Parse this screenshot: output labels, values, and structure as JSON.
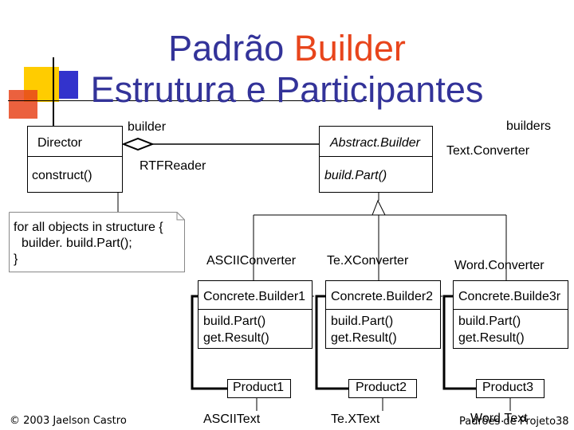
{
  "title": {
    "line1_part1": "Padrão ",
    "line1_part2": "Builder",
    "line2": "Estrutura e Participantes"
  },
  "colors": {
    "title": "#333399",
    "accent": "#e8451c",
    "deco_yellow": "#ffcc00",
    "deco_red": "#e8451c",
    "deco_blue": "#3333cc",
    "connector": "#000000"
  },
  "diagram": {
    "director": {
      "name": "Director",
      "method": "construct()"
    },
    "abstract_builder": {
      "name": "Abstract.Builder",
      "method": "build.Part()"
    },
    "labels": {
      "builder_role": "builder",
      "builders_role": "builders",
      "rtf_reader": "RTFReader",
      "text_converter": "Text.Converter"
    },
    "note": {
      "line1": "for all objects in structure {",
      "line2": "builder. build.Part();",
      "line3": "}"
    },
    "converters": [
      {
        "label": "ASCIIConverter",
        "class": "Concrete.Builder1",
        "method1": "build.Part()",
        "method2": "get.Result()",
        "product": "Product1",
        "output": "ASCIIText"
      },
      {
        "label": "Te.XConverter",
        "class": "Concrete.Builder2",
        "method1": "build.Part()",
        "method2": "get.Result()",
        "product": "Product2",
        "output": "Te.XText"
      },
      {
        "label": "Word.Converter",
        "class": "Concrete.Builde3r",
        "method1": "build.Part()",
        "method2": "get.Result()",
        "product": "Product3",
        "output": "Word.Text"
      }
    ]
  },
  "footer": {
    "copyright": "© 2003 Jaelson Castro",
    "slide_info": "Padrões de Projeto",
    "page": "38"
  }
}
